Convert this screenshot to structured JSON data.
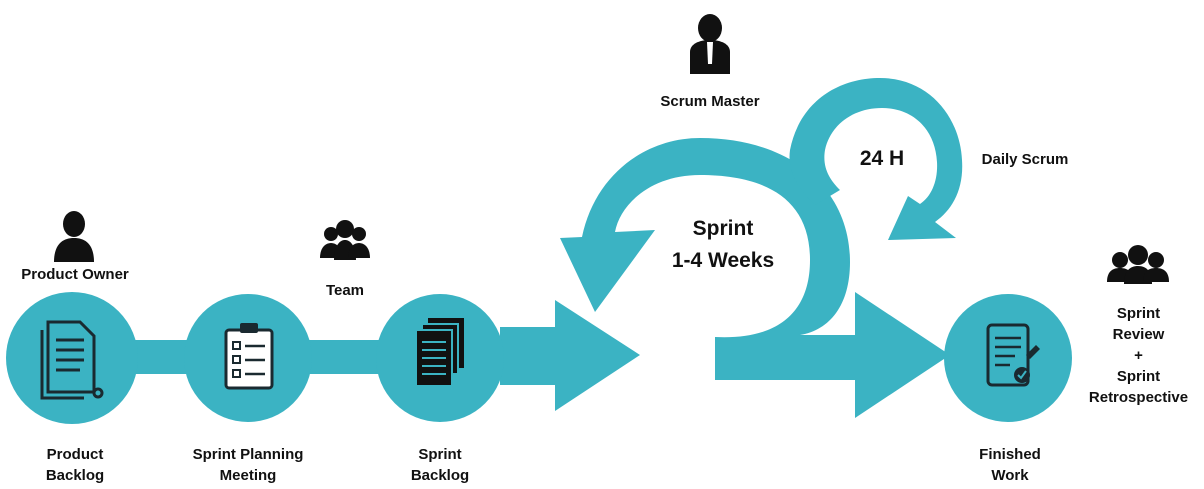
{
  "colors": {
    "accent": "#3bb3c3",
    "icon": "#111111",
    "background": "#ffffff"
  },
  "roles": {
    "product_owner": "Product Owner",
    "team": "Team",
    "scrum_master": "Scrum Master"
  },
  "steps": {
    "product_backlog": [
      "Product",
      "Backlog"
    ],
    "sprint_planning": [
      "Sprint Planning",
      "Meeting"
    ],
    "sprint_backlog": [
      "Sprint",
      "Backlog"
    ],
    "finished_work": [
      "Finished",
      "Work"
    ]
  },
  "sprint": {
    "title": "Sprint",
    "duration": "1-4 Weeks"
  },
  "daily": {
    "cycle": "24 H",
    "label": "Daily Scrum"
  },
  "review": [
    "Sprint",
    "Review",
    "+",
    "Sprint",
    "Retrospective"
  ],
  "icons": [
    "person-icon",
    "team-icon",
    "business-person-icon",
    "document-icon",
    "checklist-clipboard-icon",
    "document-stack-icon",
    "approved-document-icon"
  ]
}
